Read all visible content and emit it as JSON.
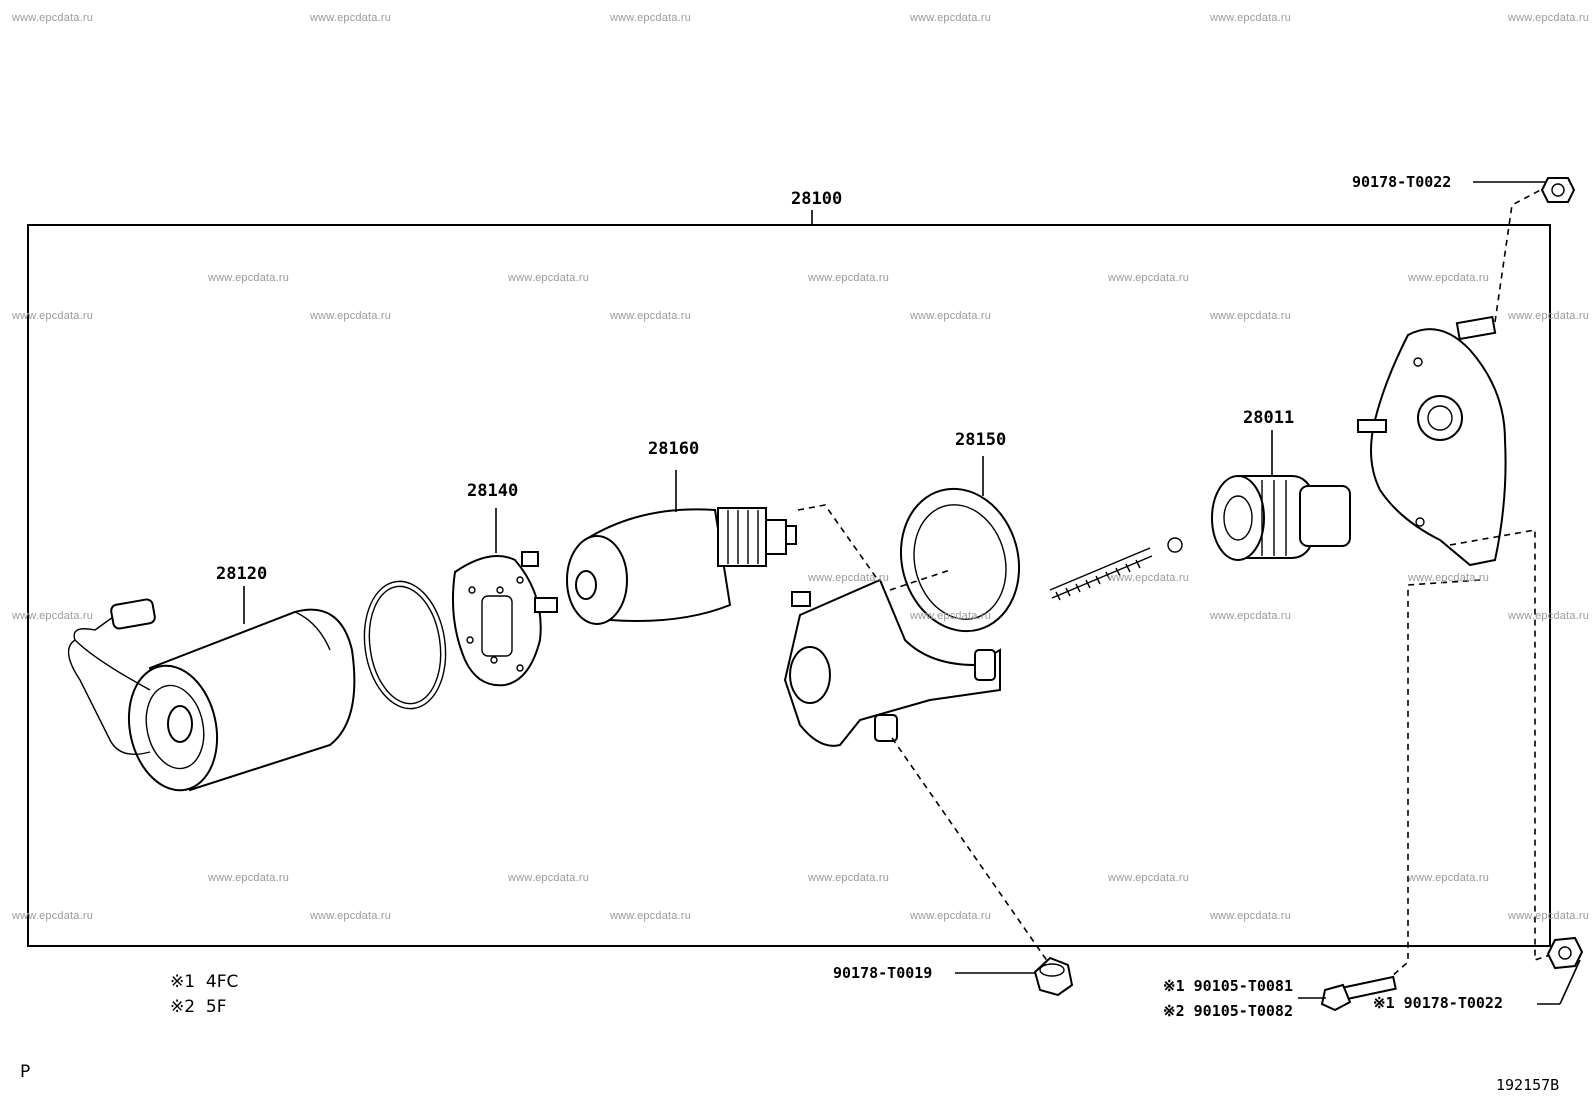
{
  "watermark": "www.epcdata.ru",
  "assembly": {
    "main_number": "28100",
    "parts": [
      {
        "id": "p28120",
        "number": "28120"
      },
      {
        "id": "p28140",
        "number": "28140"
      },
      {
        "id": "p28160",
        "number": "28160"
      },
      {
        "id": "p28150",
        "number": "28150"
      },
      {
        "id": "p28011",
        "number": "28011"
      }
    ]
  },
  "fasteners": {
    "nut_top": "90178-T0022",
    "nut_bottom_mid": "90178-T0019",
    "bolt_line1": "※1 90105-T0081",
    "bolt_line2": "※2 90105-T0082",
    "nut_bottom_right": "※1 90178-T0022"
  },
  "legend": [
    {
      "mark": "※1",
      "code": "4FC"
    },
    {
      "mark": "※2",
      "code": "5F"
    }
  ],
  "footer": {
    "left_code": "P",
    "illustration_number": "192157B"
  }
}
